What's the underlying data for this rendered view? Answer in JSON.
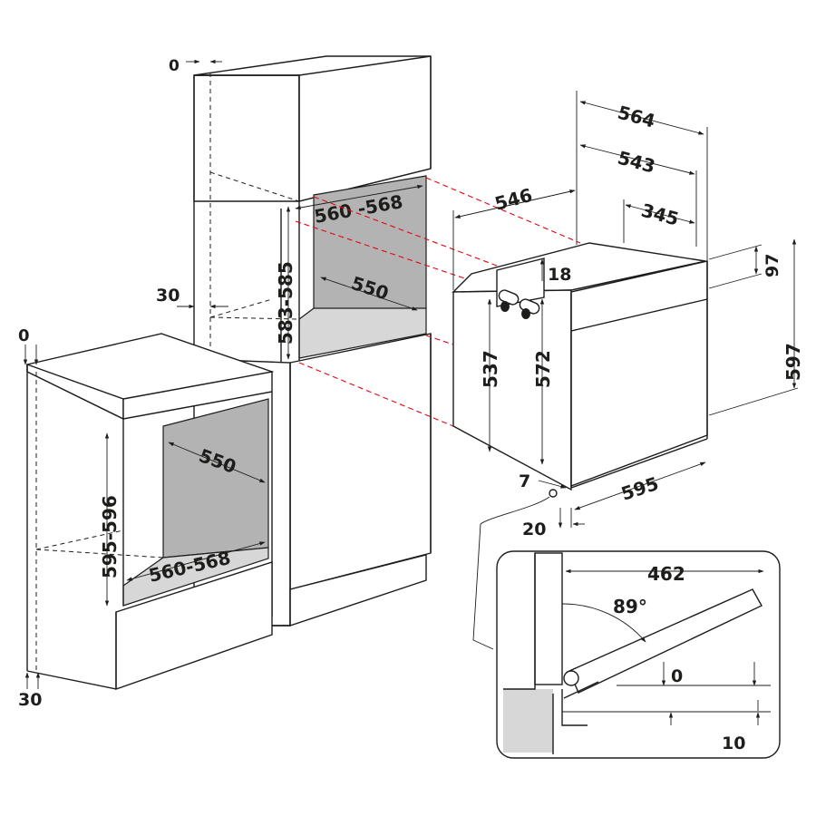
{
  "colors": {
    "line": "#1d1d1b",
    "alignment_dash": "#e30613",
    "cavity_fill": "#b3b3b3",
    "floor_fill": "#d7d7d7"
  },
  "tall_unit": {
    "top_clearance": "0",
    "side_clearance": "30",
    "niche_width": "560 -568",
    "niche_height": "583-585",
    "niche_depth": "550"
  },
  "under_counter_unit": {
    "top_clearance": "0",
    "bottom_clearance": "30",
    "niche_height": "595-596",
    "niche_width": "560-568",
    "niche_depth": "550"
  },
  "oven": {
    "depth_total": "564",
    "depth_543": "543",
    "depth_546": "546",
    "depth_345": "345",
    "top_offset": "18",
    "front_top": "97",
    "front_height": "597",
    "body_height_537": "537",
    "body_height_572": "572",
    "front_width": "595",
    "bottom_gap": "7",
    "front_offset": "20"
  },
  "door_detail": {
    "open_length": "462",
    "angle": "89°",
    "gap_top": "0",
    "gap_bottom": "10"
  }
}
